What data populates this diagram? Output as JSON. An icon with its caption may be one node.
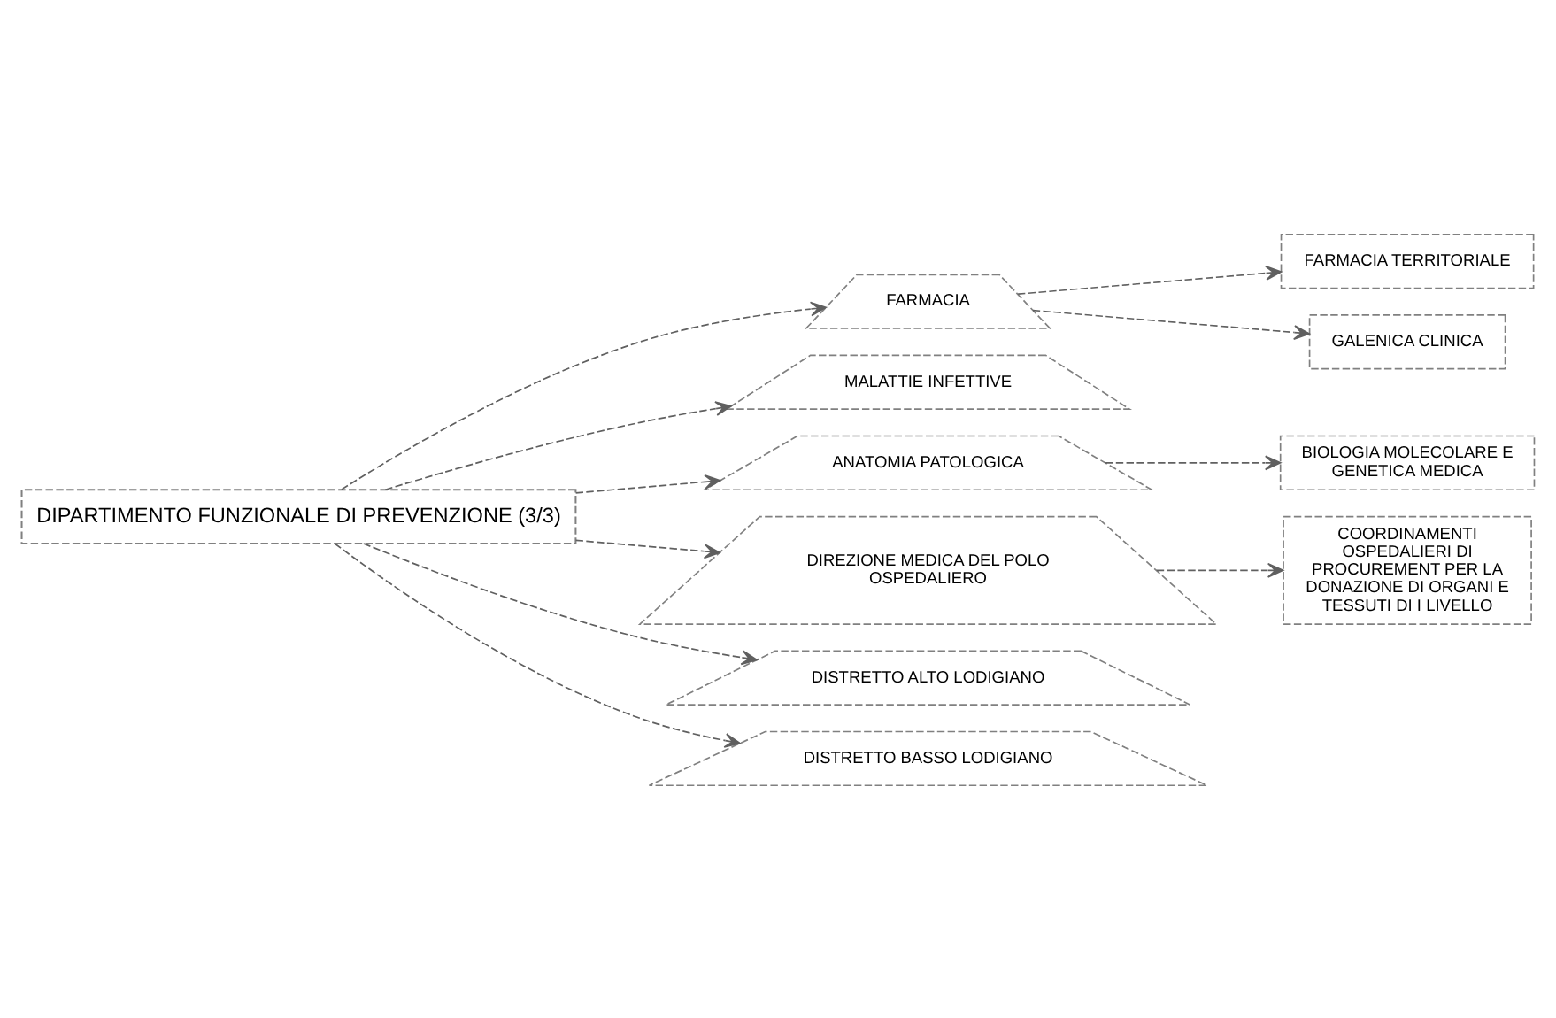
{
  "diagram": {
    "nodes": [
      {
        "text": [
          "DIPARTIMENTO FUNZIONALE DI PREVENZIONE (3/3)"
        ]
      },
      {
        "text": [
          "FARMACIA"
        ]
      },
      {
        "text": [
          "MALATTIE INFETTIVE"
        ]
      },
      {
        "text": [
          "FARMACIA TERRITORIALE"
        ]
      },
      {
        "text": [
          "ANATOMIA PATOLOGICA"
        ]
      },
      {
        "text": [
          "BIOLOGIA MOLECOLARE E GENETICA MEDICA"
        ]
      },
      {
        "text": [
          "GALENICA CLINICA"
        ]
      },
      {
        "text": [
          "DIREZIONE MEDICA DEL POLO OSPEDALIERO"
        ]
      },
      {
        "text": [
          "DISTRETTO ALTO LODIGIANO"
        ]
      },
      {
        "text": [
          "COORDINAMENTI OSPEDALIERI DI PROCUREMENT PER LA DONAZIONE DI ORGANI E TESSUTI DI I LIVELLO"
        ]
      },
      {
        "text": [
          "DISTRETTO BASSO LODIGIANO"
        ]
      }
    ],
    "edges": [
      {
        "from": 0,
        "to": 1,
        "arrow": "to",
        "style": "dashed"
      },
      {
        "from": 0,
        "to": 2,
        "arrow": "to",
        "style": "dashed"
      },
      {
        "from": 1,
        "to": 3,
        "arrow": "to",
        "style": "dashed"
      },
      {
        "from": 0,
        "to": 4,
        "arrow": "to",
        "style": "dashed"
      },
      {
        "from": 4,
        "to": 5,
        "arrow": "to",
        "style": "dashed"
      },
      {
        "from": 1,
        "to": 6,
        "arrow": "to",
        "style": "dashed"
      },
      {
        "from": 0,
        "to": 7,
        "arrow": "to",
        "style": "dashed"
      },
      {
        "from": 0,
        "to": 8,
        "arrow": "to",
        "style": "dashed"
      },
      {
        "from": 7,
        "to": 9,
        "arrow": "to",
        "style": "dashed"
      },
      {
        "from": 0,
        "to": 10,
        "arrow": "to",
        "style": "dashed"
      }
    ]
  }
}
